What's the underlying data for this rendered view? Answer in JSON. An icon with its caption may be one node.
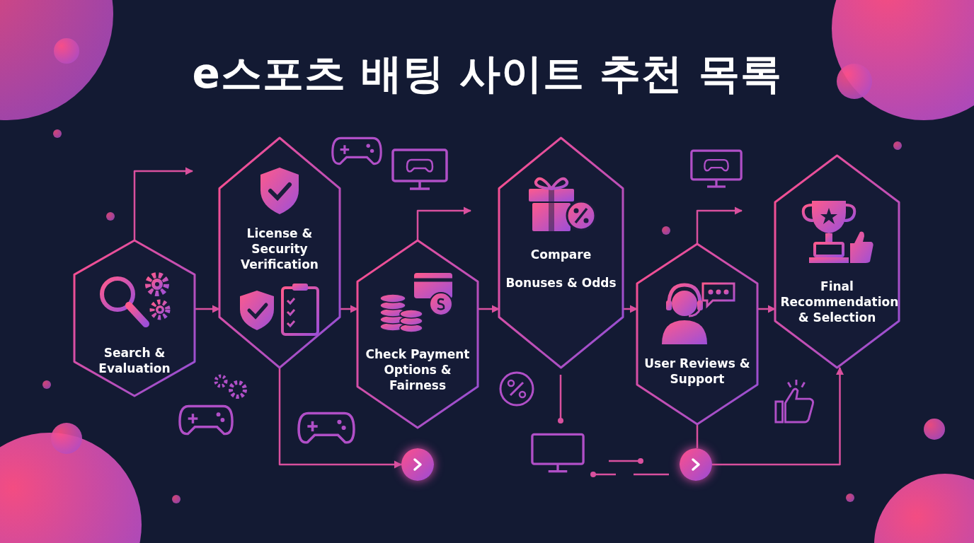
{
  "diagram": {
    "title": "e스포츠 배팅 사이트 추천 목록",
    "nodes": [
      {
        "text": [
          "Search & Evaluation"
        ]
      },
      {
        "text": [
          "License & Security Verification"
        ]
      },
      {
        "text": [
          "Check Payment Options & Fairness"
        ]
      },
      {
        "text": [
          "Compare",
          "Bonuses & Odds"
        ]
      },
      {
        "text": [
          "User Reviews & Support"
        ]
      },
      {
        "text": [
          "Final Recommendation & Selection"
        ]
      },
      {
        "text": [],
        "shape": "circle"
      },
      {
        "text": [],
        "shape": "circle"
      }
    ],
    "edges": [
      {
        "from": 0,
        "to": 1,
        "arrow": "to"
      },
      {
        "from": 1,
        "to": 2,
        "arrow": "to"
      },
      {
        "from": 2,
        "to": 3,
        "arrow": "to"
      },
      {
        "from": 3,
        "to": 4,
        "arrow": "to"
      },
      {
        "from": 4,
        "to": 5,
        "arrow": "to"
      },
      {
        "from": 0,
        "to": null,
        "arrow": "to"
      },
      {
        "from": 2,
        "to": null,
        "arrow": "to"
      },
      {
        "from": 4,
        "to": null,
        "arrow": "to"
      },
      {
        "from": 1,
        "to": 6,
        "arrow": "to"
      },
      {
        "from": 4,
        "to": 7,
        "arrow": "none"
      },
      {
        "from": 7,
        "to": 5,
        "arrow": "to"
      }
    ]
  }
}
